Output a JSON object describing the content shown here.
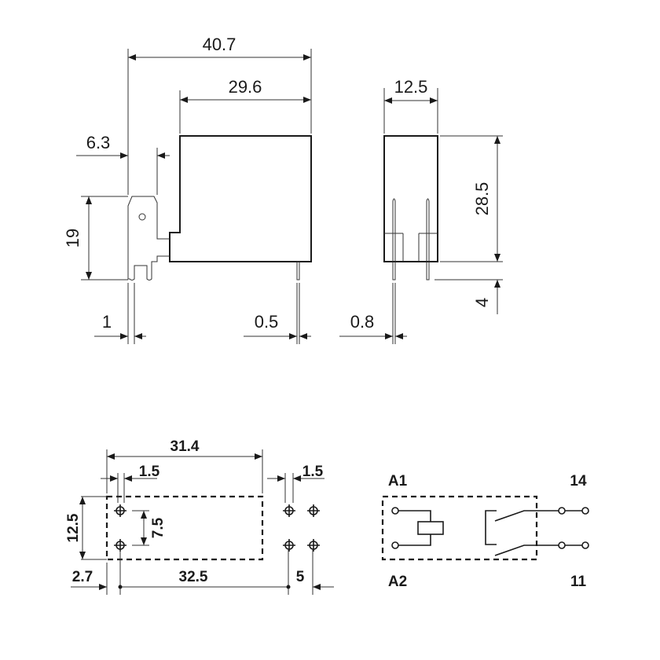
{
  "side_view": {
    "overall_length": "40.7",
    "body_length": "29.6",
    "tab_width": "6.3",
    "tab_height": "19",
    "tab_thickness": "1",
    "pin_thickness": "0.5"
  },
  "front_view": {
    "width": "12.5",
    "height": "28.5",
    "pin_length": "4",
    "pin_thickness": "0.8"
  },
  "footprint": {
    "outline_length": "31.4",
    "hole_dia_left": "1.5",
    "hole_dia_right": "1.5",
    "outline_width": "12.5",
    "hole_spacing": "7.5",
    "offset": "2.7",
    "pitch": "32.5",
    "pin_spacing": "5"
  },
  "schematic": {
    "coil_top": "A1",
    "coil_bottom": "A2",
    "contact_no": "14",
    "contact_com": "11"
  }
}
